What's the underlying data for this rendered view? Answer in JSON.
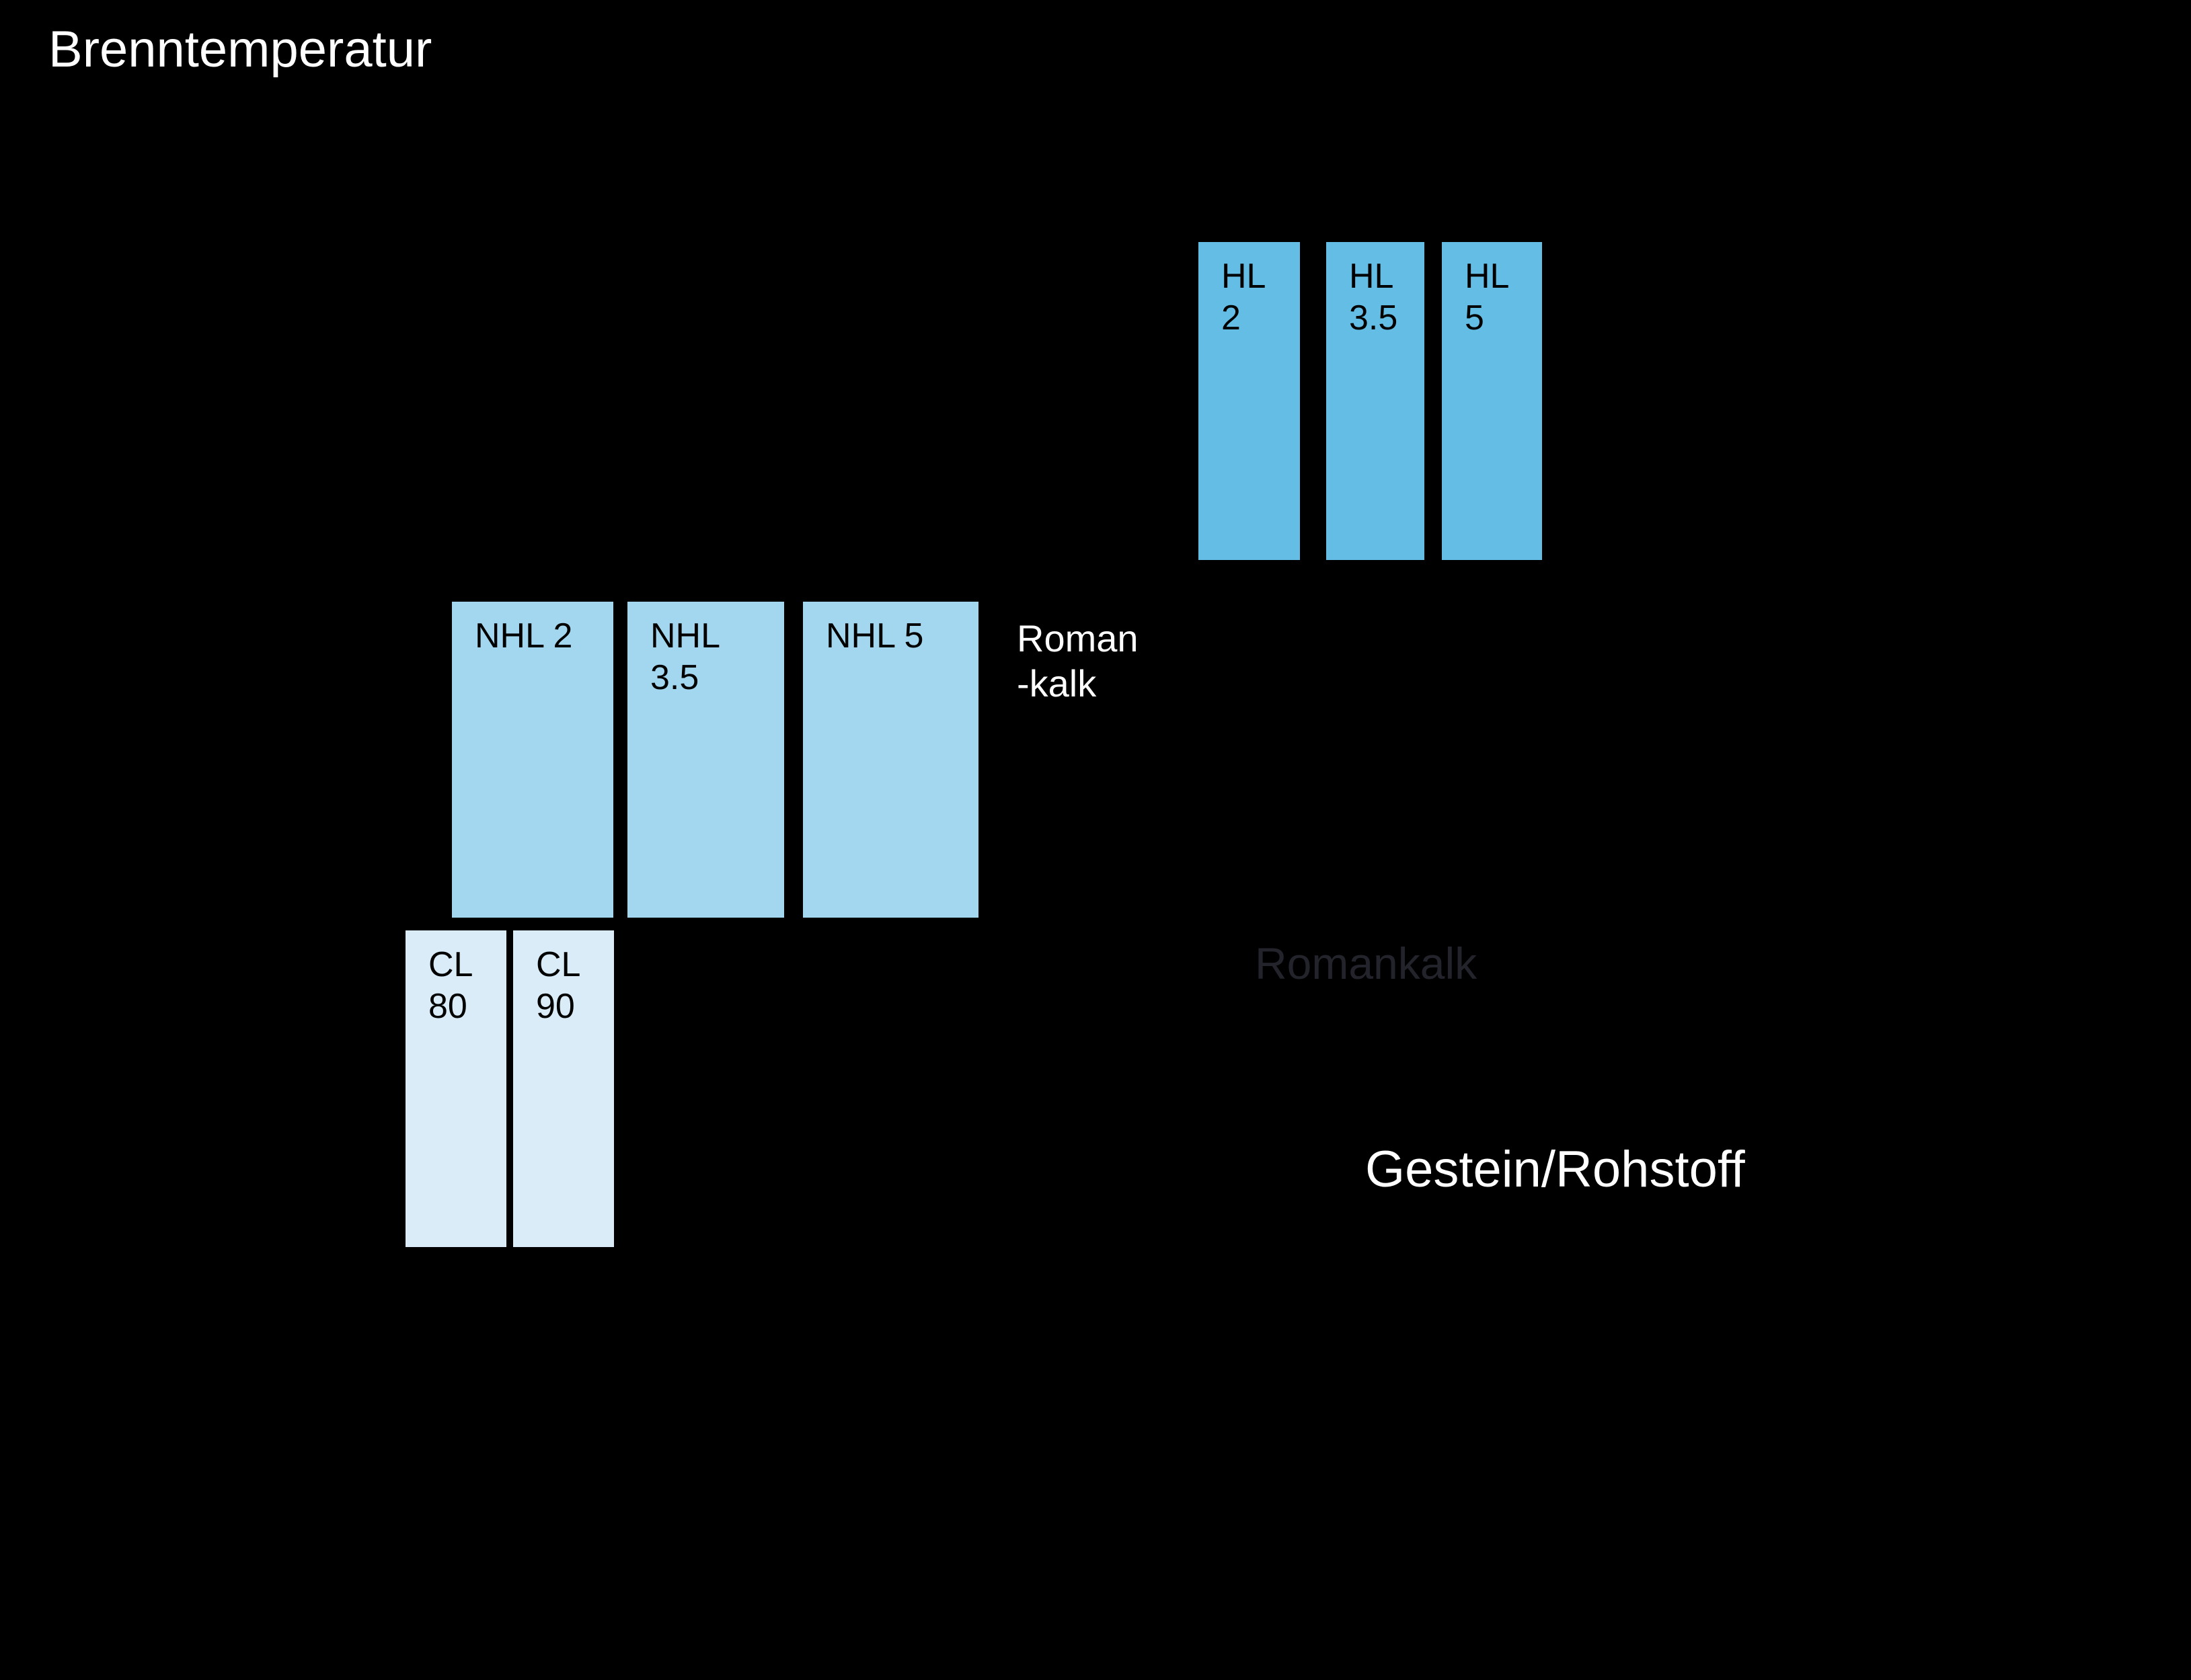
{
  "slide": {
    "title": "Brenntemperatur",
    "x_axis_label": "Gestein/Rohstoff",
    "romankalk_side_label": "Roman\n-kalk",
    "romankalk_shadow_label": "Romankalk"
  },
  "bars": {
    "hl": [
      {
        "label": "HL\n2"
      },
      {
        "label": "HL\n3.5"
      },
      {
        "label": "HL\n5"
      }
    ],
    "nhl": [
      {
        "label": "NHL 2"
      },
      {
        "label": "NHL\n3.5"
      },
      {
        "label": "NHL 5"
      }
    ],
    "cl": [
      {
        "label": "CL\n80"
      },
      {
        "label": "CL\n90"
      }
    ]
  },
  "colors": {
    "background": "#000000",
    "hl_bar": "#63bde4",
    "nhl_bar": "#a3d7ef",
    "cl_bar": "#d9ecf8",
    "bar_label_text": "#000000",
    "white_text": "#ffffff",
    "shadow_text": "#23232c"
  }
}
